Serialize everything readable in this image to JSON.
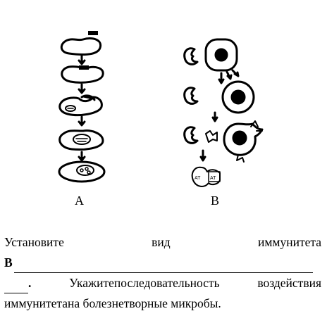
{
  "figure": {
    "panel_a_label": "А",
    "panel_b_label": "В",
    "antibody_text": "АТ"
  },
  "question": {
    "line1_word1": "Установите",
    "line1_word2": "вид",
    "line1_word3": "иммунитета",
    "line2_letter": "В",
    "line3_punct": ".",
    "line3_text_left": "Укажитепоследовательность",
    "line3_text_right": "воздействия",
    "line4_text": "иммунитетана болезнетворные микробы."
  }
}
